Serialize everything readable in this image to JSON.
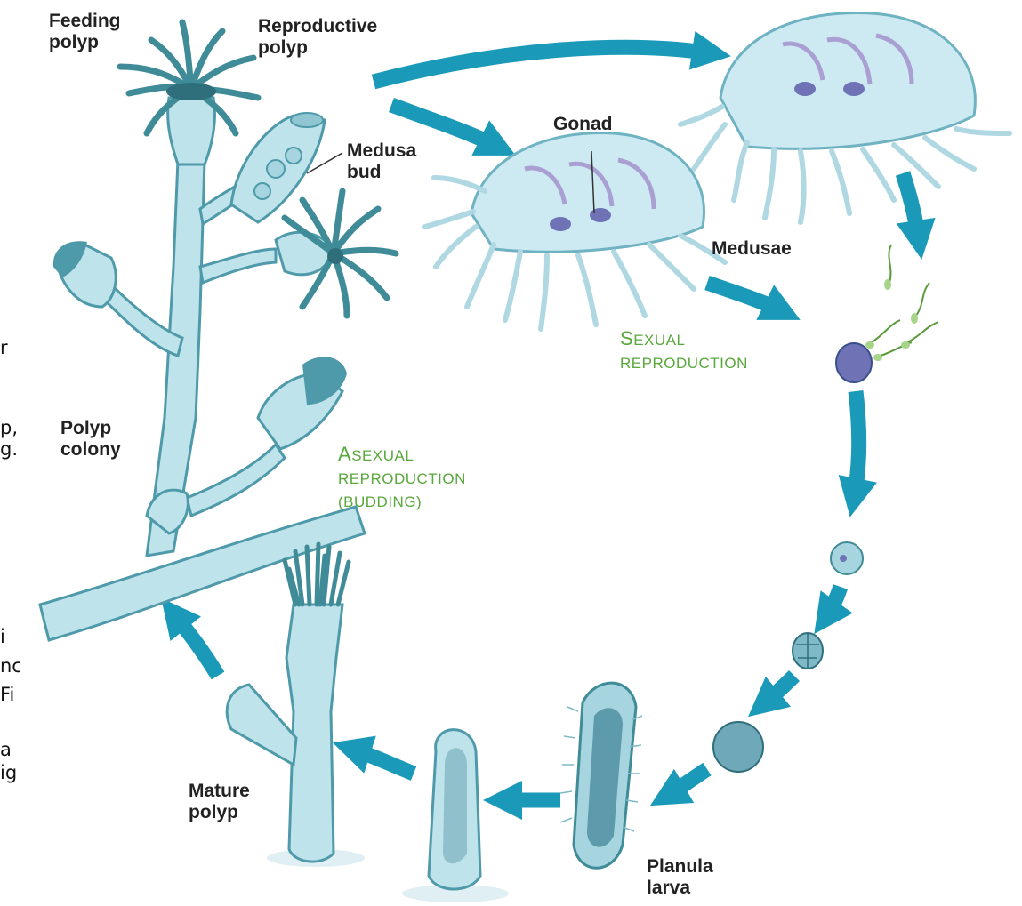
{
  "labels": {
    "feeding_polyp": [
      "Feeding",
      "polyp"
    ],
    "reproductive_polyp": [
      "Reproductive",
      "polyp"
    ],
    "medusa_bud": [
      "Medusa",
      "bud"
    ],
    "gonad": "Gonad",
    "medusae": "Medusae",
    "polyp_colony": [
      "Polyp",
      "colony"
    ],
    "mature_polyp": [
      "Mature",
      "polyp"
    ],
    "planula_larva": [
      "Planula",
      "larva"
    ]
  },
  "process_labels": {
    "sexual": {
      "first": "S",
      "rest": "EXUAL",
      "line2": "REPRODUCTION"
    },
    "asexual": {
      "first": "A",
      "rest": "SEXUAL",
      "line2": "REPRODUCTION",
      "line3": "(BUDDING)"
    }
  },
  "cropped_text": [
    "r",
    "",
    "p,",
    "g.",
    "",
    "",
    "",
    "",
    "",
    "i",
    "nc",
    "Fi",
    "",
    "a",
    "ig"
  ],
  "colors": {
    "arrow": "#1a9ab8",
    "body_fill": "#bfe3ea",
    "body_stroke": "#4f9aaa",
    "tentacle": "#3f8c98",
    "medusa_fill": "#cdeaf2",
    "gonad": "#6f73b6",
    "green_label": "#58a83c"
  }
}
